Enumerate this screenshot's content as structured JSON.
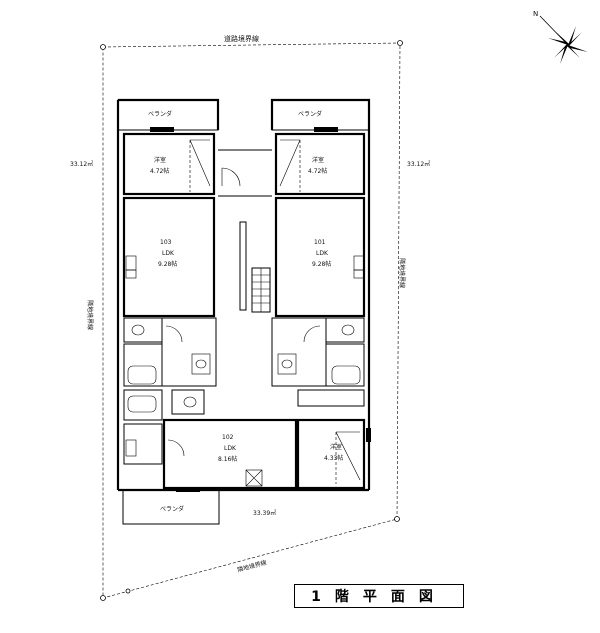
{
  "compass": {
    "north_label": "N",
    "icon": "compass-rose-icon"
  },
  "boundaries": {
    "road": "道路境界線",
    "neighbor_left": "隣地境界線",
    "neighbor_right": "隣地境界線",
    "neighbor_bottom": "隣地境界線"
  },
  "areas": {
    "left": "33.12㎡",
    "right": "33.12㎡",
    "bottom": "33.39㎡"
  },
  "units": {
    "u103": {
      "number": "103",
      "type": "LDK",
      "size": "9.28帖",
      "western": "洋室",
      "western_size": "4.72帖",
      "veranda": "ベランダ"
    },
    "u101": {
      "number": "101",
      "type": "LDK",
      "size": "9.28帖",
      "western": "洋室",
      "western_size": "4.72帖",
      "veranda": "ベランダ"
    },
    "u102": {
      "number": "102",
      "type": "LDK",
      "size": "8.16帖",
      "western": "洋室",
      "western_size": "4.33帖",
      "veranda": "ベランダ"
    }
  },
  "title": "1階平面図"
}
